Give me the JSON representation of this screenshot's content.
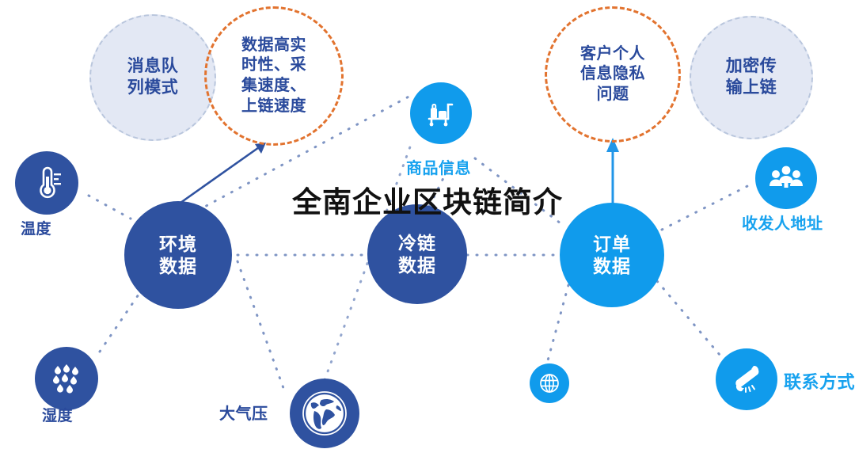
{
  "headline": "全南企业区块链简介",
  "colors": {
    "dark_blue": "#2f52a0",
    "light_blue": "#109bec",
    "orange_dash": "#e2732f",
    "pale_fill": "#e3e8f4",
    "pale_dash": "#b9c6dd",
    "caption_dark": "#2a4a9c",
    "caption_light": "#17a2ef",
    "background": "#ffffff"
  },
  "concept_bubbles": [
    {
      "id": "message-queue-mode",
      "label": "消息队\n列模式",
      "style": "filled-dashed",
      "fill": "#e3e8f4",
      "border": "#b9c6dd"
    },
    {
      "id": "data-realtime-speed",
      "label": "数据高实\n时性、采\n集速度、\n上链速度",
      "style": "outline-dashed",
      "fill": "transparent",
      "border": "#e2732f"
    },
    {
      "id": "customer-privacy",
      "label": "客户个人\n信息隐私\n问题",
      "style": "outline-dashed",
      "fill": "transparent",
      "border": "#e2732f"
    },
    {
      "id": "encrypted-upload",
      "label": "加密传\n输上链",
      "style": "filled-dashed",
      "fill": "#e3e8f4",
      "border": "#b9c6dd"
    }
  ],
  "data_nodes": [
    {
      "id": "environment-data",
      "label": "环境\n数据",
      "color": "dark"
    },
    {
      "id": "cold-chain-data",
      "label": "冷链\n数据",
      "color": "dark"
    },
    {
      "id": "order-data",
      "label": "订单\n数据",
      "color": "light"
    }
  ],
  "icon_nodes": [
    {
      "id": "temperature",
      "icon": "thermometer-icon",
      "label": "温度",
      "color": "dark"
    },
    {
      "id": "humidity",
      "icon": "raindrops-icon",
      "label": "湿度",
      "color": "dark"
    },
    {
      "id": "air-pressure",
      "icon": "globe-earth-icon",
      "label": "大气压",
      "color": "dark"
    },
    {
      "id": "product-info",
      "icon": "luggage-cart-icon",
      "label": "商品信息",
      "color": "light"
    },
    {
      "id": "recipient-address",
      "icon": "people-group-icon",
      "label": "收发人地址",
      "color": "light"
    },
    {
      "id": "contact-method",
      "icon": "phone-handset-icon",
      "label": "联系方式",
      "color": "light"
    },
    {
      "id": "network-globe",
      "icon": "globe-grid-icon",
      "label": "",
      "color": "light"
    }
  ],
  "arrows": [
    {
      "id": "env-to-realtime",
      "from": "environment-data",
      "to": "data-realtime-speed",
      "color": "#2f52a0"
    },
    {
      "id": "order-to-privacy",
      "from": "order-data",
      "to": "customer-privacy",
      "color": "#109bec"
    }
  ]
}
